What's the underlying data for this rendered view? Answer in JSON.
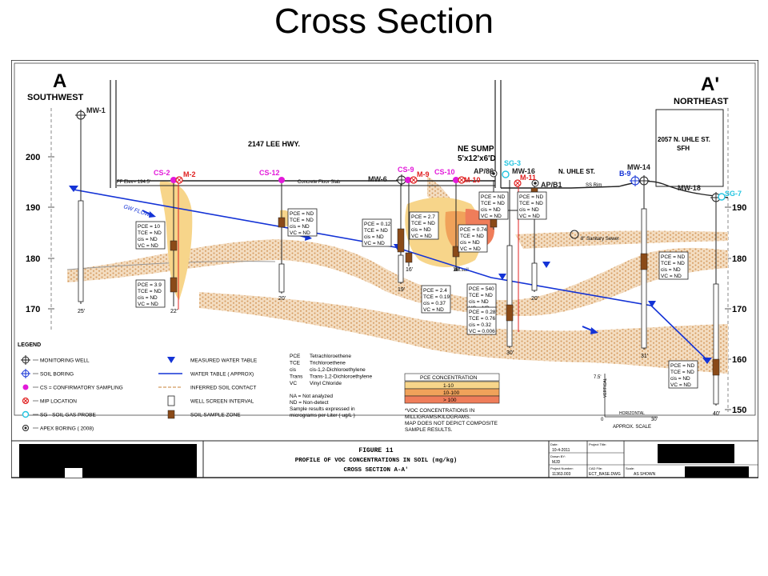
{
  "slide_title": "Cross Section",
  "ends": {
    "left_letter": "A",
    "left_dir": "SOUTHWEST",
    "right_letter": "A'",
    "right_dir": "NORTHEAST"
  },
  "elevations": [
    "200",
    "190",
    "180",
    "170",
    "160",
    "150"
  ],
  "site_labels": {
    "address": "2147 LEE HWY.",
    "sump": "NE SUMP",
    "sump_dims": "5'x12'x6'D",
    "street": "N. UHLE ST.",
    "ff_elev": "FF Elev= 194.5'",
    "slab": "Concrete Floor Slab",
    "ss_rim": "SS Rim",
    "sewer": "8\" Sanitary Sewer",
    "sfh_a": "2057 N. UHLE ST.",
    "sfh_b": "SFH",
    "gw_flow": "GW FLOW",
    "ref_soil": "ref.soil"
  },
  "locations": {
    "mw1": "MW-1",
    "cs2": "CS-2",
    "m2": "M-2",
    "cs12": "CS-12",
    "mw6": "MW-6",
    "cs9": "CS-9",
    "m9": "M-9",
    "cs10": "CS-10",
    "m10": "M-10",
    "ap86": "AP/86",
    "sg3": "SG-3",
    "mw16": "MW-16",
    "m11": "M-11",
    "apb1": "AP/B1",
    "b9": "B-9",
    "mw14": "MW-14",
    "mw18": "MW-18",
    "sg7": "SG-7"
  },
  "depths": [
    "25'",
    "22'",
    "20'",
    "19'",
    "16'",
    "18'",
    "30'",
    "20'",
    "31'",
    "40'"
  ],
  "sample_boxes": [
    [
      "PCE = 10",
      "TCE = ND",
      "cis = ND",
      "VC = ND"
    ],
    [
      "PCE = 3.9",
      "TCE = ND",
      "cis = ND",
      "VC = ND"
    ],
    [
      "PCE = ND",
      "TCE = ND",
      "cis = ND",
      "VC = ND"
    ],
    [
      "PCE = 0.12",
      "TCE = ND",
      "cis = ND",
      "VC = ND"
    ],
    [
      "PCE = 2.7",
      "TCE = ND",
      "cis = ND",
      "VC = ND"
    ],
    [
      "PCE = 2.4",
      "TCE = 0.19",
      "cis = 0.37",
      "VC = ND"
    ],
    [
      "PCE = 0.74",
      "TCE = ND",
      "cis = ND",
      "VC = ND"
    ],
    [
      "PCE = 540",
      "TCE = ND",
      "cis = ND",
      "VC = ND"
    ],
    [
      "PCE = 0.28",
      "TCE = 0.76",
      "cis = 0.32",
      "VC = 0.006"
    ],
    [
      "PCE = ND",
      "TCE = ND",
      "cis = ND",
      "VC = ND"
    ],
    [
      "PCE = ND",
      "TCE = ND",
      "cis = ND",
      "VC = ND"
    ],
    [
      "PCE = ND",
      "TCE = ND",
      "cis = ND",
      "VC = ND"
    ],
    [
      "PCE = ND",
      "TCE = ND",
      "cis = ND",
      "VC = ND"
    ]
  ],
  "legend": {
    "title": "LEGEND",
    "col1": [
      "MONITORING WELL",
      "SOIL BORING",
      "CS = CONFIRMATORY SAMPLING",
      "MIP LOCATION",
      "SG - SOIL GAS PROBE",
      "APEX BORING  ( 2008)"
    ],
    "col2": [
      "MEASURED WATER TABLE",
      "WATER TABLE  ( APPROX)",
      "INFERRED SOIL CONTACT",
      "WELL SCREEN INTERVAL",
      "SOIL SAMPLE ZONE"
    ],
    "abbr_keys": [
      "PCE",
      "TCE",
      "cis",
      "Trans",
      "VC"
    ],
    "abbr_vals": [
      "Tetrachloroethene",
      "Trichloroethene",
      "cis-1,2-Dichloroethylene",
      "Trans-1,2-Dichloroethylene",
      "Vinyl Chloride"
    ],
    "notes": [
      "NA = Not analyzed",
      "ND = Non-detect",
      "Sample results expressed in",
      "micrograms per Liter ( ug/L )"
    ],
    "pce_title": "PCE CONCENTRATION",
    "pce_ranges": [
      "1-10",
      "10-100",
      "> 100"
    ],
    "footnote": [
      "*VOC CONCENTRATIONS IN",
      "MILLIGRAMS/KILOGRAMS.",
      "MAP DOES NOT DEPICT COMPOSITE",
      "SAMPLE RESULTS."
    ],
    "scale_v": "7.5'",
    "scale_v_label": "VERTICAL",
    "scale_h_label": "HORIZONTAL",
    "scale_h_zero": "0",
    "scale_h": "30'",
    "scale_title": "APPROX. SCALE"
  },
  "title_block": {
    "fig": "FIGURE 11",
    "line1": "PROFILE OF VOC CONCENTRATIONS IN SOIL (mg/kg)",
    "line2": "CROSS SECTION A-A'",
    "date_label": "Date:",
    "date": "10-4-2011",
    "drawn_label": "Drawn BY:",
    "drawn": "MJD",
    "proj_label": "Project Number:",
    "proj": "11363.003",
    "proj_title_label": "Project Title:",
    "cad_label": "CAD File:",
    "cad": "ECT_BASE.DWG",
    "scale_label": "Scale:",
    "scale": "AS SHOWN"
  },
  "colors": {
    "water_table": "#1433d6",
    "pce_low": "#f7d58a",
    "pce_mid": "#f0a25a",
    "pce_high": "#ef7d5a",
    "soil": "#e0a86a",
    "cs": "#e21ad9",
    "mip": "#e02020",
    "sg": "#22c4e0"
  }
}
